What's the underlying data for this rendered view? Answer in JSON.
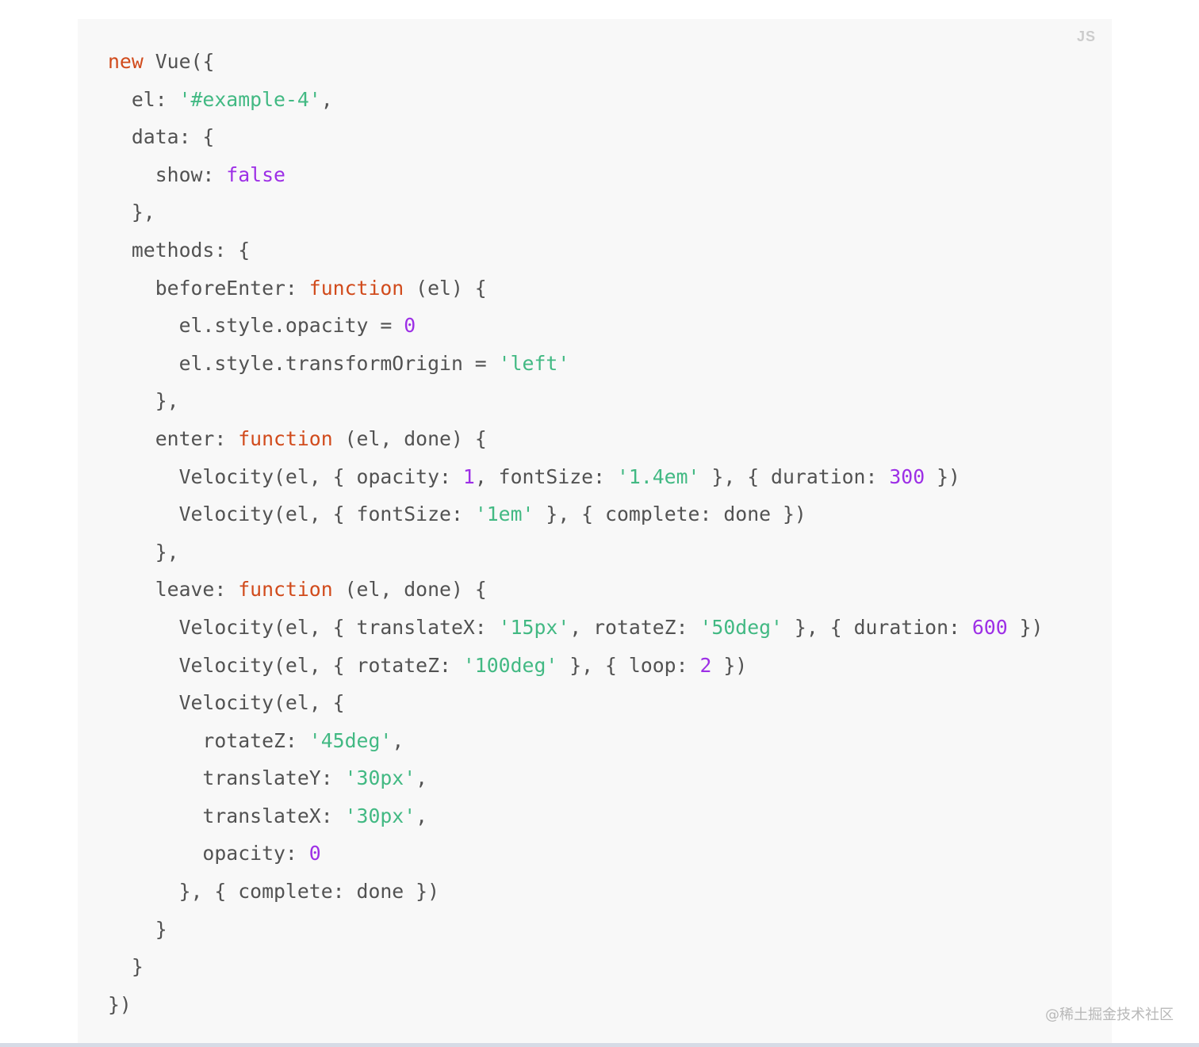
{
  "code_block": {
    "language_label": "JS",
    "lines": [
      [
        {
          "t": "kw",
          "v": "new"
        },
        {
          "t": "p",
          "v": " Vue({"
        }
      ],
      [
        {
          "t": "p",
          "v": "  el: "
        },
        {
          "t": "str",
          "v": "'#example-4'"
        },
        {
          "t": "p",
          "v": ","
        }
      ],
      [
        {
          "t": "p",
          "v": "  data: {"
        }
      ],
      [
        {
          "t": "p",
          "v": "    show: "
        },
        {
          "t": "num",
          "v": "false"
        }
      ],
      [
        {
          "t": "p",
          "v": "  },"
        }
      ],
      [
        {
          "t": "p",
          "v": "  methods: {"
        }
      ],
      [
        {
          "t": "p",
          "v": "    beforeEnter: "
        },
        {
          "t": "kw",
          "v": "function"
        },
        {
          "t": "p",
          "v": " (el) {"
        }
      ],
      [
        {
          "t": "p",
          "v": "      el.style.opacity = "
        },
        {
          "t": "num",
          "v": "0"
        }
      ],
      [
        {
          "t": "p",
          "v": "      el.style.transformOrigin = "
        },
        {
          "t": "str",
          "v": "'left'"
        }
      ],
      [
        {
          "t": "p",
          "v": "    },"
        }
      ],
      [
        {
          "t": "p",
          "v": "    enter: "
        },
        {
          "t": "kw",
          "v": "function"
        },
        {
          "t": "p",
          "v": " (el, done) {"
        }
      ],
      [
        {
          "t": "p",
          "v": "      Velocity(el, { opacity: "
        },
        {
          "t": "num",
          "v": "1"
        },
        {
          "t": "p",
          "v": ", fontSize: "
        },
        {
          "t": "str",
          "v": "'1.4em'"
        },
        {
          "t": "p",
          "v": " }, { duration: "
        },
        {
          "t": "num",
          "v": "300"
        },
        {
          "t": "p",
          "v": " })"
        }
      ],
      [
        {
          "t": "p",
          "v": "      Velocity(el, { fontSize: "
        },
        {
          "t": "str",
          "v": "'1em'"
        },
        {
          "t": "p",
          "v": " }, { complete: done })"
        }
      ],
      [
        {
          "t": "p",
          "v": "    },"
        }
      ],
      [
        {
          "t": "p",
          "v": "    leave: "
        },
        {
          "t": "kw",
          "v": "function"
        },
        {
          "t": "p",
          "v": " (el, done) {"
        }
      ],
      [
        {
          "t": "p",
          "v": "      Velocity(el, { translateX: "
        },
        {
          "t": "str",
          "v": "'15px'"
        },
        {
          "t": "p",
          "v": ", rotateZ: "
        },
        {
          "t": "str",
          "v": "'50deg'"
        },
        {
          "t": "p",
          "v": " }, { duration: "
        },
        {
          "t": "num",
          "v": "600"
        },
        {
          "t": "p",
          "v": " })"
        }
      ],
      [
        {
          "t": "p",
          "v": "      Velocity(el, { rotateZ: "
        },
        {
          "t": "str",
          "v": "'100deg'"
        },
        {
          "t": "p",
          "v": " }, { loop: "
        },
        {
          "t": "num",
          "v": "2"
        },
        {
          "t": "p",
          "v": " })"
        }
      ],
      [
        {
          "t": "p",
          "v": "      Velocity(el, {"
        }
      ],
      [
        {
          "t": "p",
          "v": "        rotateZ: "
        },
        {
          "t": "str",
          "v": "'45deg'"
        },
        {
          "t": "p",
          "v": ","
        }
      ],
      [
        {
          "t": "p",
          "v": "        translateY: "
        },
        {
          "t": "str",
          "v": "'30px'"
        },
        {
          "t": "p",
          "v": ","
        }
      ],
      [
        {
          "t": "p",
          "v": "        translateX: "
        },
        {
          "t": "str",
          "v": "'30px'"
        },
        {
          "t": "p",
          "v": ","
        }
      ],
      [
        {
          "t": "p",
          "v": "        opacity: "
        },
        {
          "t": "num",
          "v": "0"
        }
      ],
      [
        {
          "t": "p",
          "v": "      }, { complete: done })"
        }
      ],
      [
        {
          "t": "p",
          "v": "    }"
        }
      ],
      [
        {
          "t": "p",
          "v": "  }"
        }
      ],
      [
        {
          "t": "p",
          "v": "})"
        }
      ]
    ]
  },
  "watermark": "@稀土掘金技术社区",
  "colors": {
    "keyword": "#d14b1c",
    "string": "#42b983",
    "number": "#9d2fe6",
    "plain": "#525252",
    "background": "#f8f8f8"
  }
}
